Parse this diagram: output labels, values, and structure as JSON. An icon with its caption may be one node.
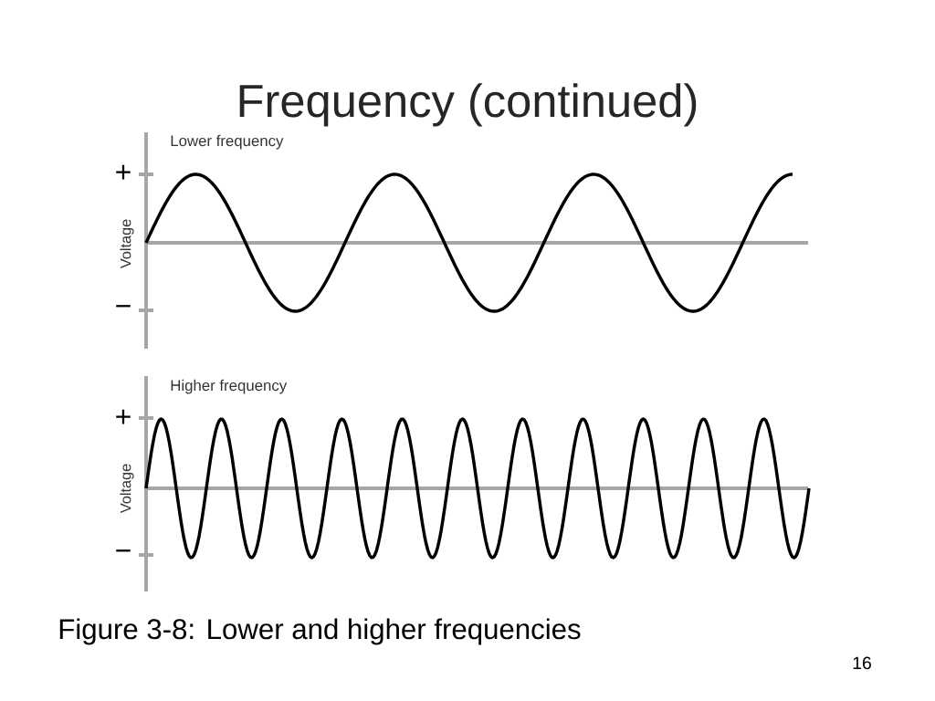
{
  "diagram": {
    "title": "Frequency (continued)",
    "caption": "Figure 3-8: Lower and higher frequencies",
    "labels": [
      "Lower frequency",
      "+",
      "Voltage",
      "−",
      "Higher frequency",
      "+",
      "Voltage",
      "−",
      "16"
    ]
  }
}
